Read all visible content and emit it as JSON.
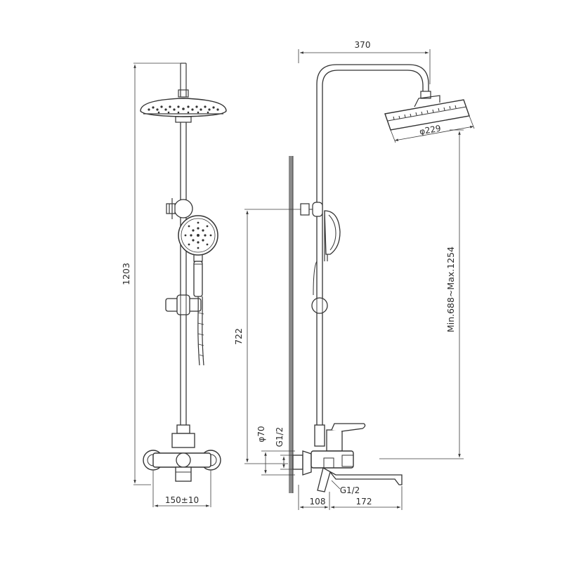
{
  "drawing": {
    "front_view": {
      "height_label": "1203",
      "width_label": "150±10"
    },
    "side_view": {
      "arm_label": "370",
      "head_label": "φ229",
      "range_label": "Min.688~Max.1254",
      "bracket_height_label": "722",
      "inlet_diameter_label": "φ70",
      "inlet_thread_label": "G1/2",
      "spout_thread_label": "G1/2",
      "depth_label": "108",
      "spout_label": "172"
    }
  }
}
